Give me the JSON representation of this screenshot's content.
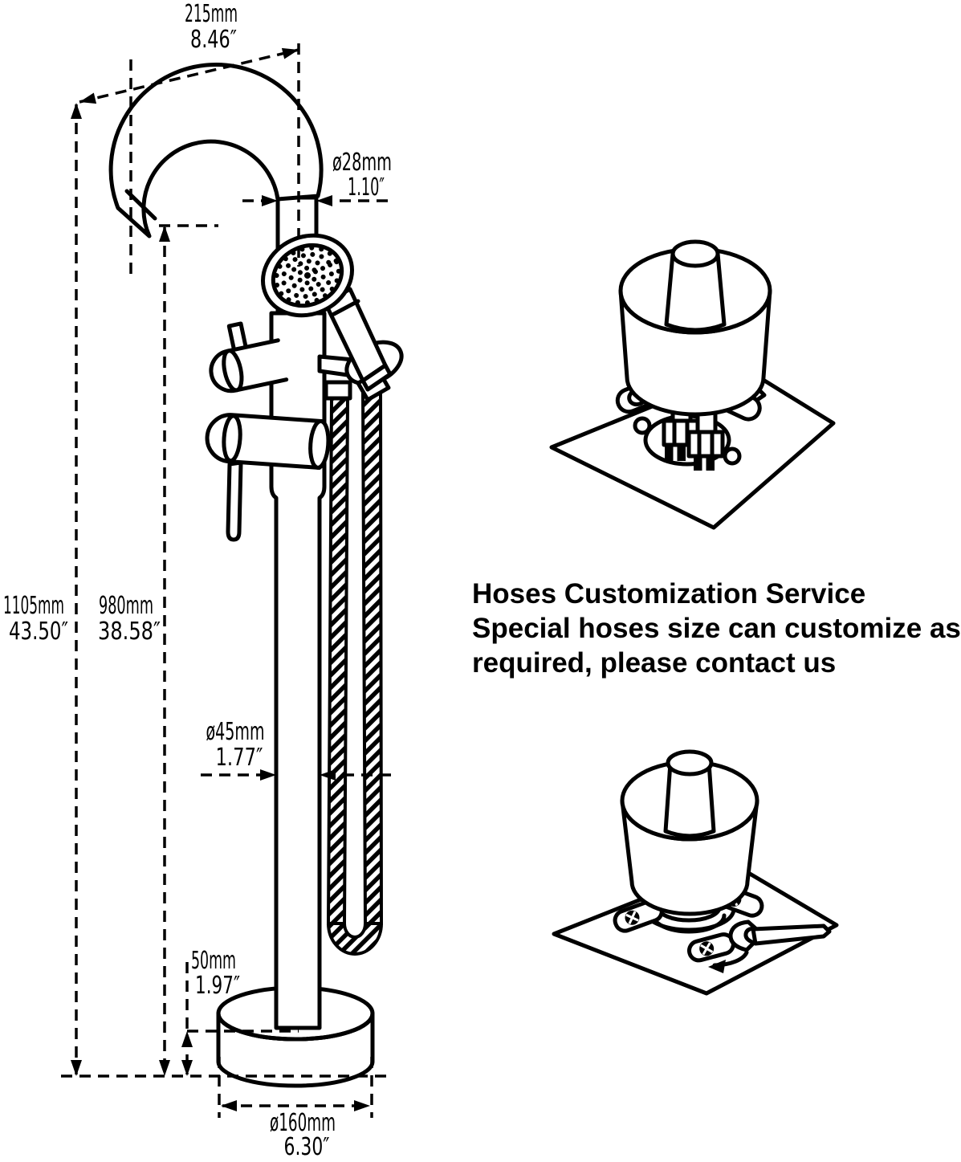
{
  "note": {
    "line1": "Hoses Customization Service",
    "line2": "Special hoses size can customize as",
    "line3": "required, please contact us"
  },
  "dims": {
    "spout_reach": {
      "mm": "215mm",
      "in": "8.46″"
    },
    "spout_dia": {
      "mm": "ø28mm",
      "in": "1.10″"
    },
    "total_height": {
      "mm": "1105mm",
      "in": "43.50″"
    },
    "spout_height": {
      "mm": "980mm",
      "in": "38.58″"
    },
    "pipe_dia": {
      "mm": "ø45mm",
      "in": "1.77″"
    },
    "base_height": {
      "mm": "50mm",
      "in": "1.97″"
    },
    "base_dia": {
      "mm": "ø160mm",
      "in": "6.30″"
    }
  },
  "colors": {
    "ink": "#000000",
    "paper": "#ffffff"
  }
}
